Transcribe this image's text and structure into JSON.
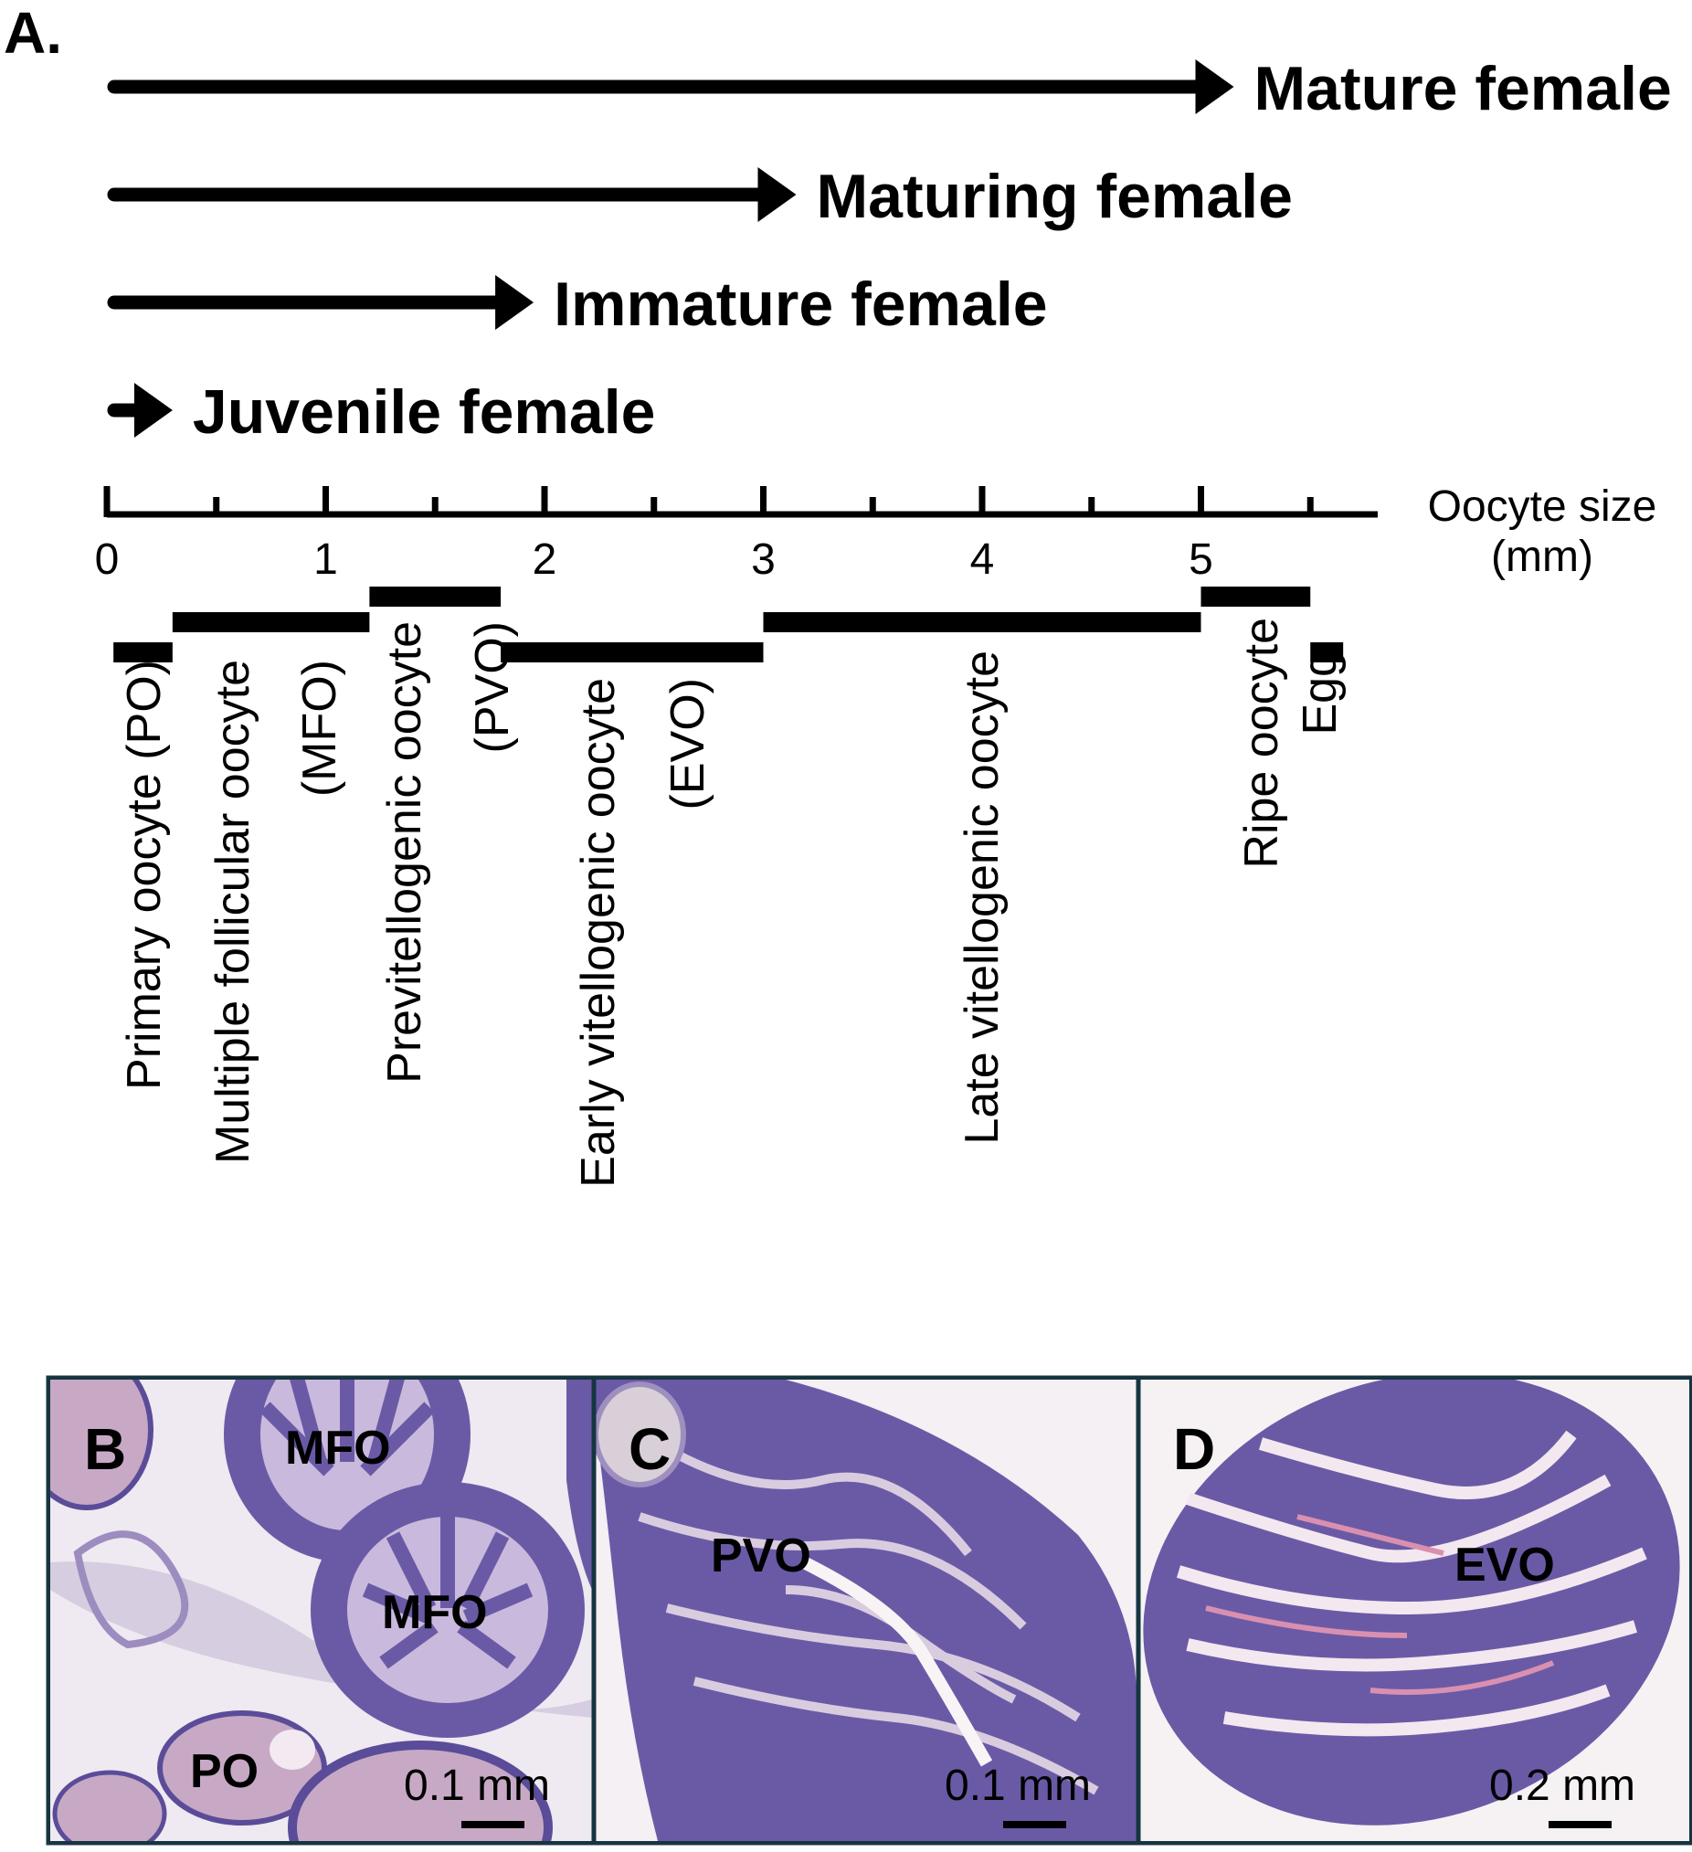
{
  "panel_label_a": "A.",
  "female_stages": [
    {
      "label": "Mature female",
      "end_mm": 5.0
    },
    {
      "label": "Maturing female",
      "end_mm": 3.0
    },
    {
      "label": "Immature female",
      "end_mm": 1.8
    },
    {
      "label": "Juvenile female",
      "end_mm": 0.15
    }
  ],
  "axis": {
    "label_line1": "Oocyte size",
    "label_line2": "(mm)",
    "ticks": [
      {
        "value": 0,
        "label": "0"
      },
      {
        "value": 0.5,
        "label": ""
      },
      {
        "value": 1,
        "label": "1"
      },
      {
        "value": 1.5,
        "label": ""
      },
      {
        "value": 2,
        "label": "2"
      },
      {
        "value": 2.5,
        "label": ""
      },
      {
        "value": 3,
        "label": "3"
      },
      {
        "value": 3.5,
        "label": ""
      },
      {
        "value": 4,
        "label": "4"
      },
      {
        "value": 4.5,
        "label": ""
      },
      {
        "value": 5,
        "label": "5"
      },
      {
        "value": 5.5,
        "label": ""
      }
    ],
    "range_mm": [
      0,
      5.8
    ]
  },
  "oocyte_stages": [
    {
      "label": "Primary oocyte (PO)",
      "label2": "",
      "start_mm": 0.03,
      "end_mm": 0.3
    },
    {
      "label": "Multiple follicular oocyte",
      "label2": "(MFO)",
      "start_mm": 0.3,
      "end_mm": 1.2
    },
    {
      "label": "Previtellogenic oocyte",
      "label2": "(PVO)",
      "start_mm": 1.2,
      "end_mm": 1.8
    },
    {
      "label": "Early vitellogenic oocyte",
      "label2": "(EVO)",
      "start_mm": 1.8,
      "end_mm": 3.0
    },
    {
      "label": "Late vitellogenic oocyte",
      "label2": "",
      "start_mm": 3.0,
      "end_mm": 5.0
    },
    {
      "label": "Ripe oocyte",
      "label2": "",
      "start_mm": 5.0,
      "end_mm": 5.5
    },
    {
      "label": "Egg",
      "label2": "",
      "start_mm": 5.5,
      "end_mm": 5.65
    }
  ],
  "micrographs": [
    {
      "panel": "B",
      "labels": [
        "MFO",
        "MFO",
        "PO"
      ],
      "scale_bar": "0.1 mm"
    },
    {
      "panel": "C",
      "labels": [
        "PVO"
      ],
      "scale_bar": "0.1 mm"
    },
    {
      "panel": "D",
      "labels": [
        "EVO"
      ],
      "scale_bar": "0.2 mm"
    }
  ],
  "colors": {
    "ink": "#000000",
    "frame": "#163540",
    "stain_purple": "#6a5aa6",
    "stain_dark": "#4b3f8a",
    "stain_pink": "#d7a9c4",
    "background_light": "#efe9f1"
  }
}
